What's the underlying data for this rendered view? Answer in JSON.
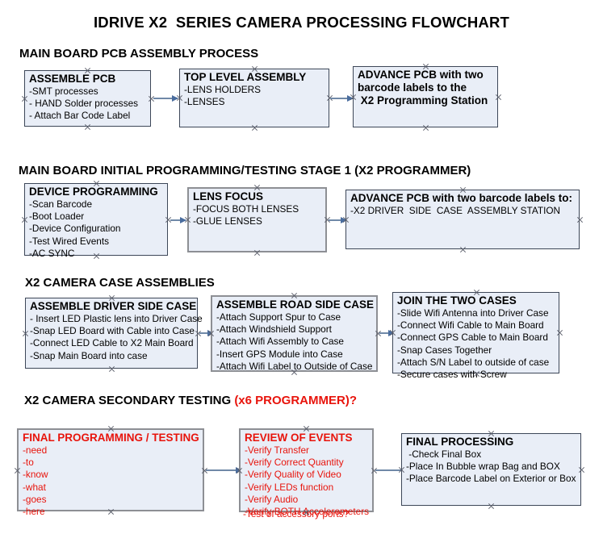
{
  "document": {
    "title": "IDRIVE X2  SERIES CAMERA PROCESSING FLOWCHART",
    "accent_color": "#e8140c",
    "box_fill": "#e9eef7",
    "box_border": "#3d4758",
    "connector_color": "#7089a8"
  },
  "sections": [
    {
      "id": "s1",
      "title": "MAIN BOARD PCB ASSEMBLY PROCESS"
    },
    {
      "id": "s2",
      "title": "MAIN BOARD INITIAL PROGRAMMING/TESTING STAGE 1 (X2 PROGRAMMER)"
    },
    {
      "id": "s3",
      "title": "X2 CAMERA CASE ASSEMBLIES"
    },
    {
      "id": "s4",
      "title": "X2 CAMERA SECONDARY TESTING ",
      "title_accent": "(x6 PROGRAMMER)?"
    }
  ],
  "nodes": {
    "assemble_pcb": {
      "title": "ASSEMBLE PCB",
      "lines": [
        "-SMT processes",
        "- HAND Solder processes",
        "- Attach Bar Code Label"
      ]
    },
    "top_level_assembly": {
      "title": "TOP LEVEL ASSEMBLY",
      "lines": [
        "-LENS HOLDERS",
        "-LENSES"
      ]
    },
    "advance_pcb_station": {
      "title": "ADVANCE PCB with two",
      "lines": [
        "barcode labels to the",
        " X2 Programming Station"
      ]
    },
    "device_programming": {
      "title": "DEVICE PROGRAMMING",
      "lines": [
        "-Scan Barcode",
        "-Boot Loader",
        "-Device Configuration",
        "-Test Wired Events",
        "-AC SYNC"
      ]
    },
    "lens_focus": {
      "title": "LENS FOCUS",
      "lines": [
        "-FOCUS BOTH LENSES",
        "-GLUE LENSES"
      ]
    },
    "advance_pcb_driver": {
      "title": "ADVANCE PCB with two barcode labels to:",
      "lines": [
        "-X2 DRIVER  SIDE  CASE  ASSEMBLY STATION"
      ]
    },
    "assemble_driver_side_case": {
      "title": "ASSEMBLE DRIVER SIDE CASE",
      "lines": [
        "- Insert LED Plastic lens into Driver Case",
        "-Snap LED Board with Cable into Case",
        "-Connect LED Cable to X2 Main Board",
        "-Snap Main Board into case"
      ]
    },
    "assemble_road_side_case": {
      "title": "ASSEMBLE ROAD SIDE CASE",
      "lines": [
        "-Attach Support Spur to Case",
        "-Attach Windshield Support",
        "-Attach Wifi Assembly to Case",
        "-Insert GPS Module into Case",
        "-Attach Wifi Label to Outside of Case"
      ]
    },
    "join_the_two_cases": {
      "title": "JOIN THE TWO CASES",
      "lines": [
        "-Slide Wifi Antenna into Driver Case",
        "-Connect Wifi Cable to Main Board",
        "-Connect GPS Cable to Main Board",
        "-Snap Cases Together",
        "-Attach S/N Label to outside of case",
        "-Secure cases with Screw"
      ]
    },
    "final_programming_testing": {
      "title": "FINAL PROGRAMMING / TESTING",
      "lines": [
        "-need",
        "-to",
        "-know",
        "-what",
        "-goes",
        "-here"
      ]
    },
    "review_of_events": {
      "title": "REVIEW OF EVENTS",
      "lines": [
        "-Verify Transfer",
        "-Verify Correct Quantity",
        "-Verify Quality of Video",
        "-Verify LEDs function",
        "-Verify Audio",
        "-Verify BOTH Accelerometers"
      ],
      "overflow_line": "-Test of accessory ports?"
    },
    "final_processing": {
      "title": "FINAL PROCESSING",
      "lines": [
        " -Check Final Box",
        "-Place In Bubble wrap Bag and BOX",
        "-Place Barcode Label on Exterior or Box"
      ]
    }
  }
}
